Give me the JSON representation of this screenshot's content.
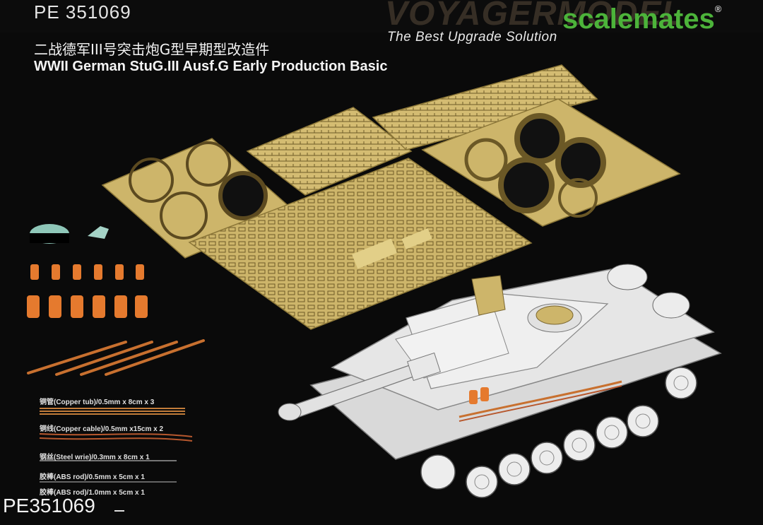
{
  "product_code_top": "PE 351069",
  "product_code_bottom": "PE351069",
  "title_cn": "二战德军III号突击炮G型早期型改造件",
  "title_en": "WWII German StuG.III Ausf.G Early Production Basic",
  "brand": {
    "voyager": "VOYAGERMODEL",
    "scalemates": "scalemates",
    "tagline": "The Best Upgrade Solution"
  },
  "legend": [
    {
      "text": "铜管(Copper tub)/0.5mm x 8cm x 3",
      "color": "#c27c3a"
    },
    {
      "text": "铜线(Copper cable)/0.5mm x15cm x 2",
      "color": "#b7582e"
    },
    {
      "text": "钢丝(Steel wrie)/0.3mm x 8cm x 1",
      "color": "#9a9a9a"
    },
    {
      "text": "胶棒(ABS rod)/0.5mm x 5cm x 1",
      "color": "#bdbdbd"
    },
    {
      "text": "胶棒(ABS rod)/1.0mm x 5cm x 1",
      "color": "#cfcfcf"
    }
  ],
  "colors": {
    "brass": "#cdb56a",
    "brass_dark": "#7a6630",
    "resin": "#8ec6b8",
    "orange": "#e57a2e",
    "model_gray": "#e6e6e6"
  }
}
